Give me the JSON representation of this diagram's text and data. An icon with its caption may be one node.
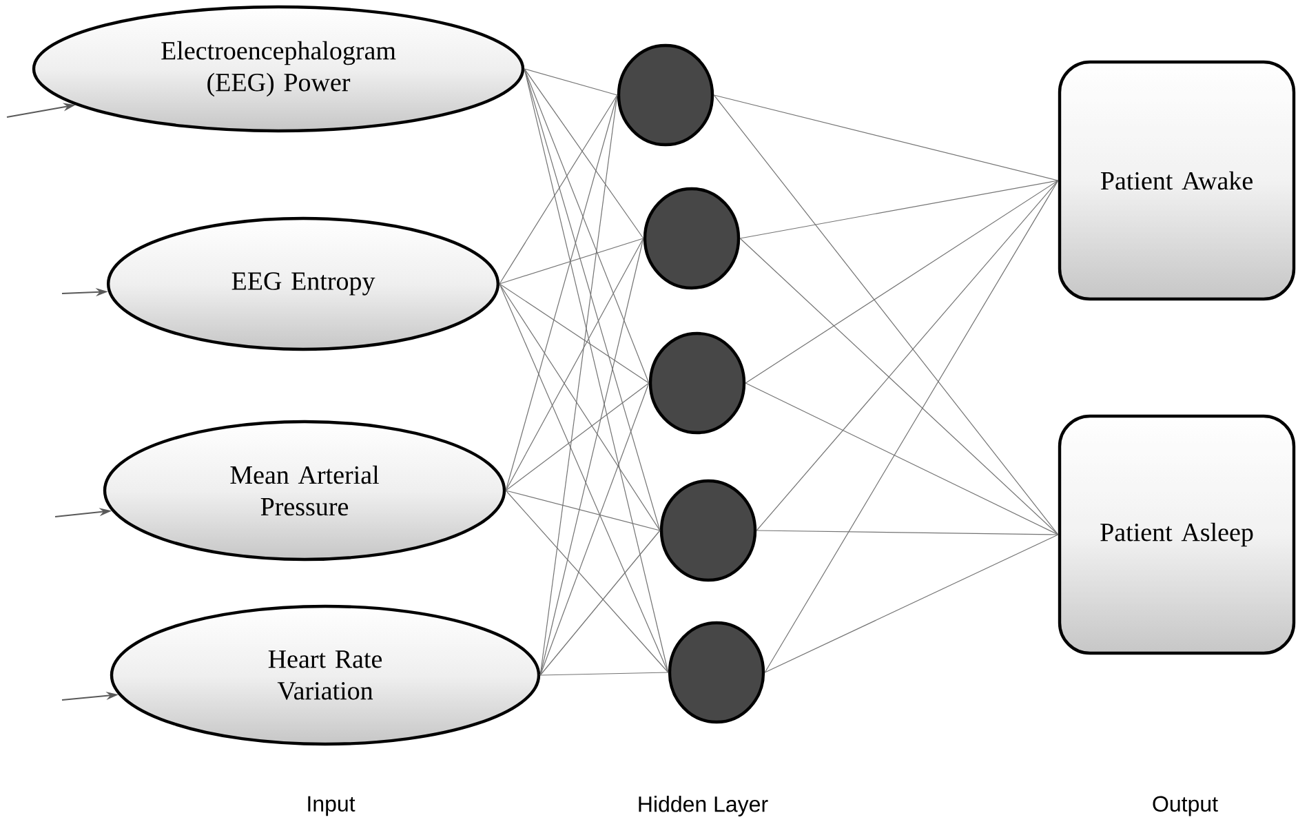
{
  "diagram": {
    "nodes": [
      {
        "text": [
          "Electroencephalogram (EEG) Power"
        ]
      },
      {
        "text": [
          "EEG Entropy"
        ]
      },
      {
        "text": [
          "Mean Arterial Pressure"
        ]
      },
      {
        "text": [
          "Heart Rate Variation"
        ]
      },
      {
        "text": [],
        "shape": "circle"
      },
      {
        "text": [],
        "shape": "circle"
      },
      {
        "text": [],
        "shape": "circle"
      },
      {
        "text": [],
        "shape": "circle"
      },
      {
        "text": [],
        "shape": "circle"
      },
      {
        "text": [
          "Patient Awake"
        ]
      },
      {
        "text": [
          "Patient Asleep"
        ]
      }
    ],
    "edges": [
      {
        "from": null,
        "to": 0,
        "arrow": "to"
      },
      {
        "from": null,
        "to": 1,
        "arrow": "to"
      },
      {
        "from": null,
        "to": 2,
        "arrow": "to"
      },
      {
        "from": null,
        "to": 3,
        "arrow": "to"
      },
      {
        "from": 0,
        "to": 4,
        "arrow": "none"
      },
      {
        "from": 0,
        "to": 5,
        "arrow": "none"
      },
      {
        "from": 0,
        "to": 6,
        "arrow": "none"
      },
      {
        "from": 0,
        "to": 7,
        "arrow": "none"
      },
      {
        "from": 0,
        "to": 8,
        "arrow": "none"
      },
      {
        "from": 1,
        "to": 4,
        "arrow": "none"
      },
      {
        "from": 1,
        "to": 5,
        "arrow": "none"
      },
      {
        "from": 1,
        "to": 6,
        "arrow": "none"
      },
      {
        "from": 1,
        "to": 7,
        "arrow": "none"
      },
      {
        "from": 1,
        "to": 8,
        "arrow": "none"
      },
      {
        "from": 2,
        "to": 4,
        "arrow": "none"
      },
      {
        "from": 2,
        "to": 5,
        "arrow": "none"
      },
      {
        "from": 2,
        "to": 6,
        "arrow": "none"
      },
      {
        "from": 2,
        "to": 7,
        "arrow": "none"
      },
      {
        "from": 2,
        "to": 8,
        "arrow": "none"
      },
      {
        "from": 3,
        "to": 4,
        "arrow": "none"
      },
      {
        "from": 3,
        "to": 5,
        "arrow": "none"
      },
      {
        "from": 3,
        "to": 6,
        "arrow": "none"
      },
      {
        "from": 3,
        "to": 7,
        "arrow": "none"
      },
      {
        "from": 3,
        "to": 8,
        "arrow": "none"
      },
      {
        "from": 4,
        "to": 9,
        "arrow": "none"
      },
      {
        "from": 4,
        "to": 10,
        "arrow": "none"
      },
      {
        "from": 5,
        "to": 9,
        "arrow": "none"
      },
      {
        "from": 5,
        "to": 10,
        "arrow": "none"
      },
      {
        "from": 6,
        "to": 9,
        "arrow": "none"
      },
      {
        "from": 6,
        "to": 10,
        "arrow": "none"
      },
      {
        "from": 7,
        "to": 9,
        "arrow": "none"
      },
      {
        "from": 7,
        "to": 10,
        "arrow": "none"
      },
      {
        "from": 8,
        "to": 9,
        "arrow": "none"
      },
      {
        "from": 8,
        "to": 10,
        "arrow": "none"
      }
    ],
    "labels": [
      "Input",
      "Hidden Layer",
      "Output"
    ]
  }
}
